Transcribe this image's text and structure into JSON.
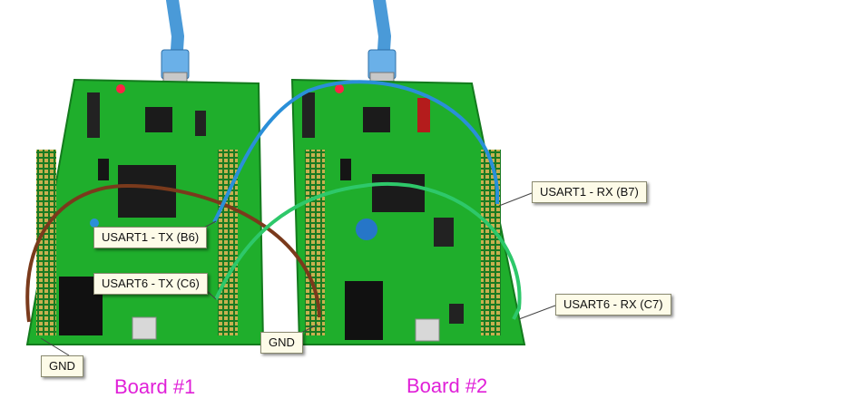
{
  "callouts": {
    "usart1_tx": "USART1 - TX (B6)",
    "usart6_tx": "USART6 - TX (C6)",
    "gnd_board1": "GND",
    "gnd_board2": "GND",
    "usart1_rx": "USART1 - RX (B7)",
    "usart6_rx": "USART6 - RX (C7)"
  },
  "boards": {
    "board1_label": "Board #1",
    "board2_label": "Board #2"
  },
  "colors": {
    "pcb_green": "#1fae2c",
    "wire_brown": "#7a3a1c",
    "wire_blue": "#2a8fd8",
    "wire_green": "#2ec86a",
    "usb_cable": "#4a9ad8",
    "title_magenta": "#e020d8"
  }
}
